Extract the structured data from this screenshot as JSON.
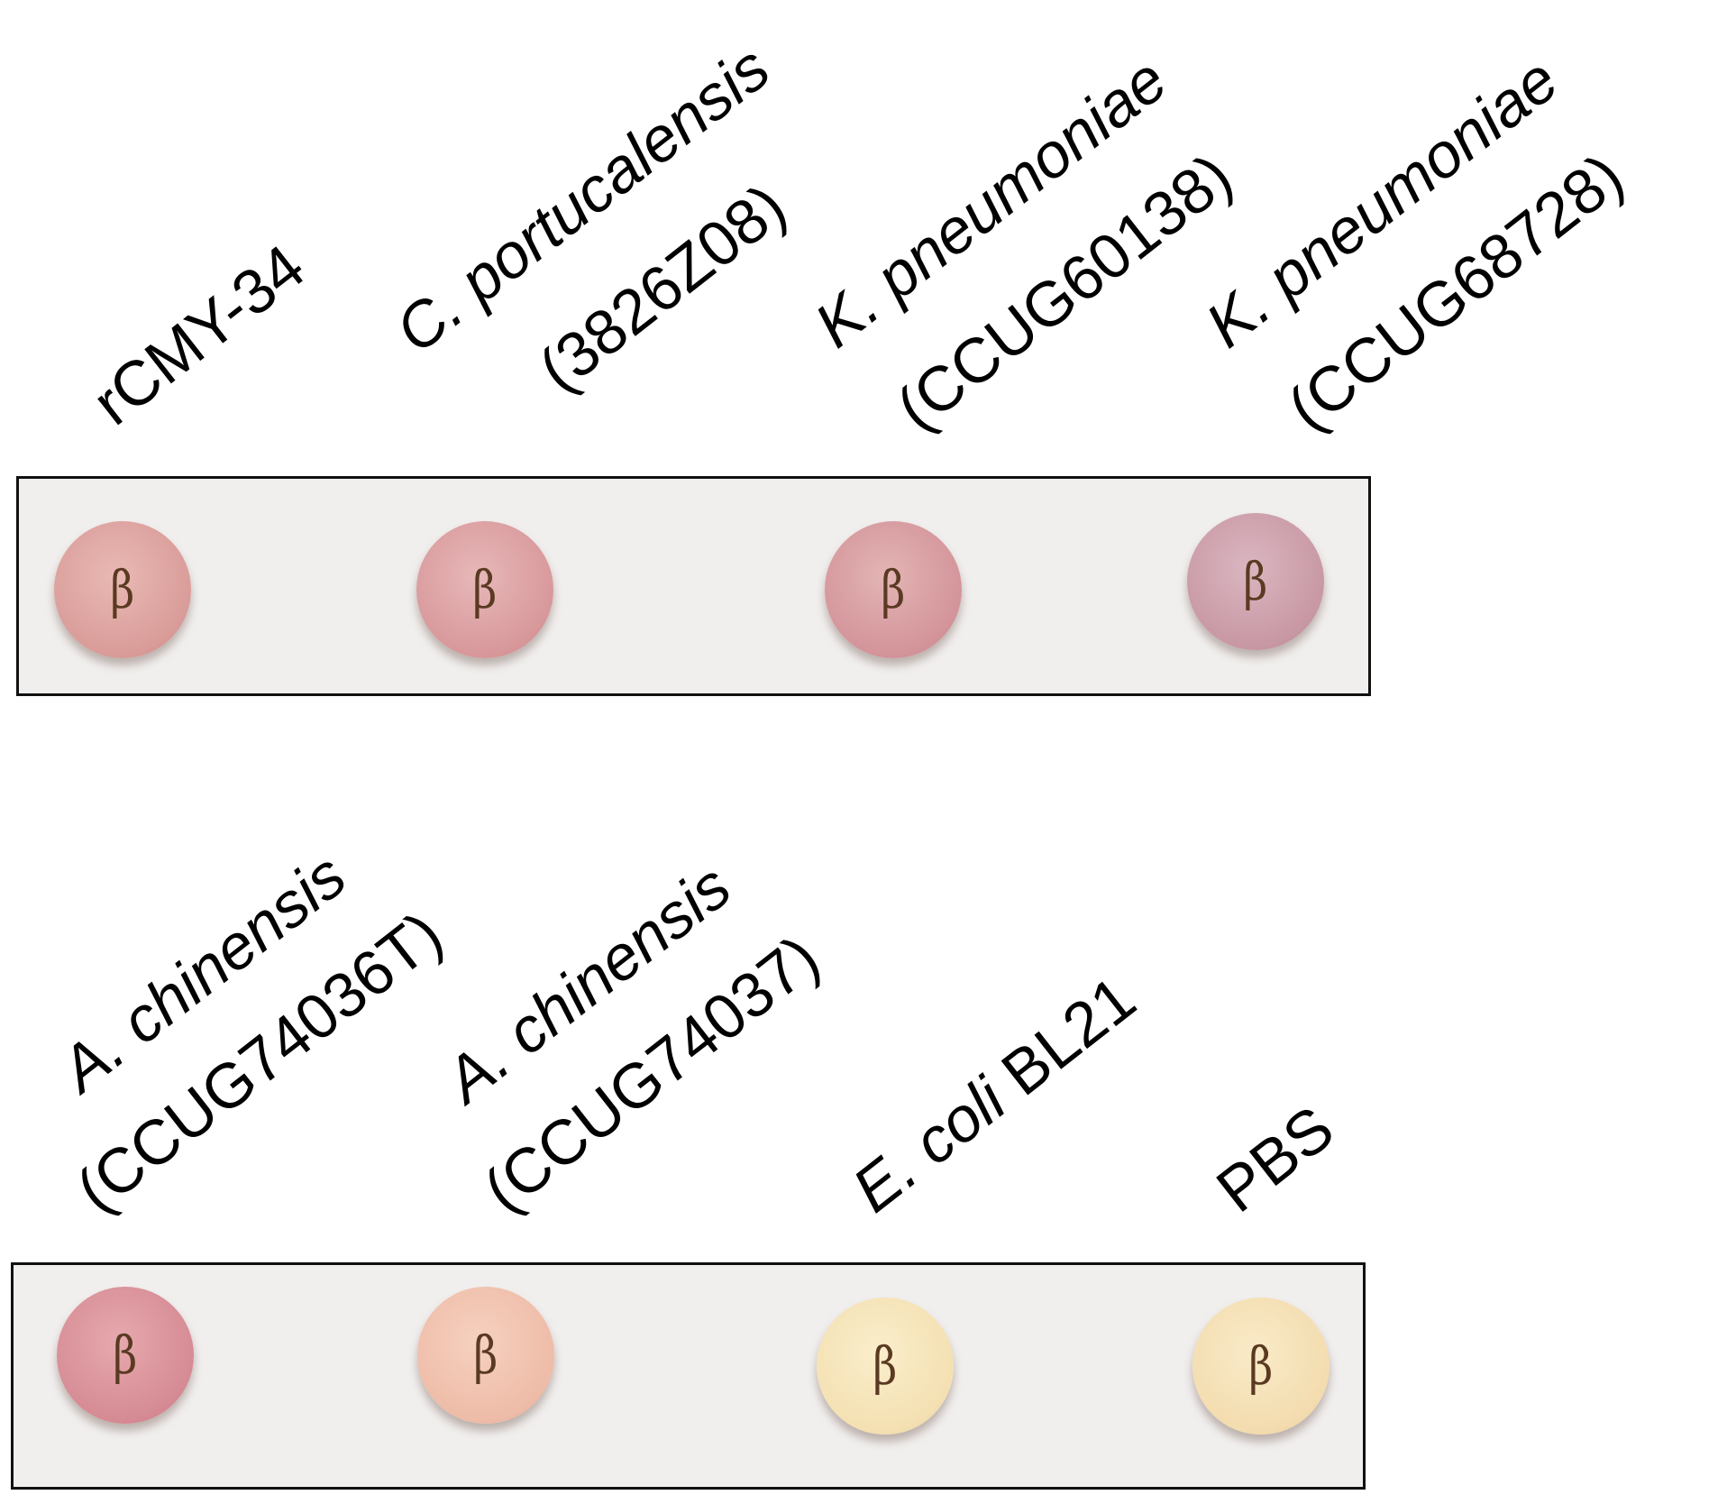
{
  "top_row": {
    "labels": [
      {
        "species": "rCMY-34",
        "strain": ""
      },
      {
        "species": "C. portucalensis",
        "strain": "(3826Z08)"
      },
      {
        "species": "K. pneumoniae",
        "strain": "(CCUG60138)"
      },
      {
        "species": "K. pneumoniae",
        "strain": "(CCUG68728)"
      }
    ],
    "discs": [
      {
        "symbol": "β",
        "color": "#d99c99"
      },
      {
        "symbol": "β",
        "color": "#d8989b"
      },
      {
        "symbol": "β",
        "color": "#d3949a"
      },
      {
        "symbol": "β",
        "color": "#c898a4"
      }
    ]
  },
  "bottom_row": {
    "labels": [
      {
        "species": "A. chinensis",
        "strain": "(CCUG74036T)"
      },
      {
        "species": "A. chinensis",
        "strain": "(CCUG74037)"
      },
      {
        "species": "E. coli",
        "strain": "BL21"
      },
      {
        "species": "",
        "strain": "PBS"
      }
    ],
    "discs": [
      {
        "symbol": "β",
        "color": "#d68b94"
      },
      {
        "symbol": "β",
        "color": "#eebca8"
      },
      {
        "symbol": "β",
        "color": "#f4e0b2"
      },
      {
        "symbol": "β",
        "color": "#f3dcaf"
      }
    ]
  }
}
